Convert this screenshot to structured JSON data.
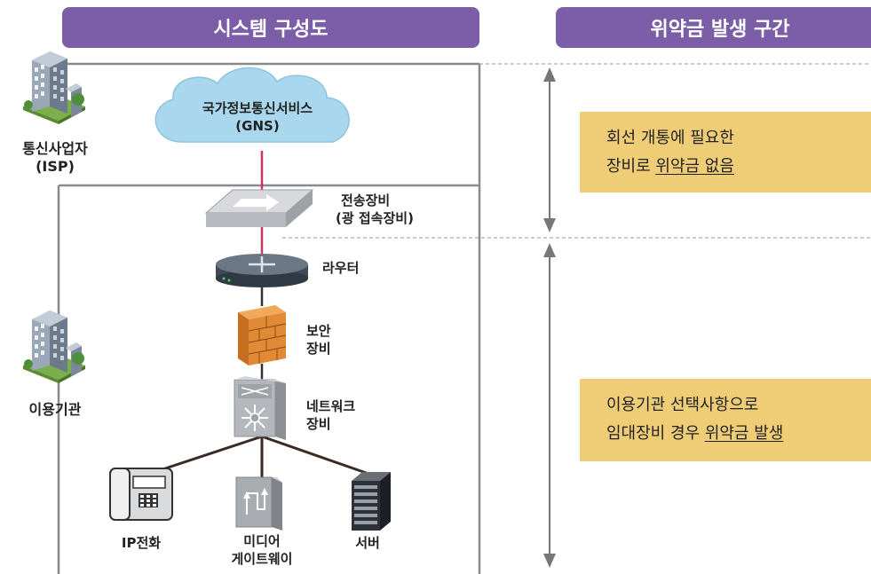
{
  "header": {
    "left_title": "시스템 구성도",
    "right_title": "위약금 발생 구간"
  },
  "diagram": {
    "isp_label_line1": "통신사업자",
    "isp_label_line2": "(ISP)",
    "org_label": "이용기관",
    "cloud_line1": "국가정보통신서비스",
    "cloud_line2": "(GNS)",
    "transmission_line1": "전송장비",
    "transmission_line2": "(광 접속장비)",
    "router": "라우터",
    "security_line1": "보안",
    "security_line2": "장비",
    "network_line1": "네트워크",
    "network_line2": "장비",
    "ip_phone": "IP전화",
    "media_line1": "미디어",
    "media_line2": "게이트웨이",
    "server": "서버"
  },
  "notes": {
    "top_line1": "회선 개통에 필요한",
    "top_line2_plain": "장비로 ",
    "top_line2_underlined": "위약금 없음",
    "bottom_line1": "이용기관 선택사항으로",
    "bottom_line2_plain": "임대장비 경우 ",
    "bottom_line2_underlined": "위약금 발생"
  },
  "colors": {
    "banner": "#7b5ea7",
    "note": "#efcd77",
    "cloud": "#a9d8ee",
    "isp_link": "#c8375e"
  }
}
